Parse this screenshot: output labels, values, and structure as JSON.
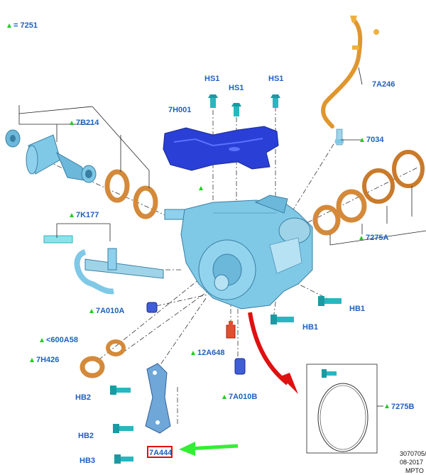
{
  "legend": {
    "marker": "triangle",
    "text": "= 7251"
  },
  "labels": {
    "7251": "= 7251",
    "7B214": "7B214",
    "7H001": "7H001",
    "HS1": "HS1",
    "7A246": "7A246",
    "7034": "7034",
    "7K177": "7K177",
    "7275A": "7275A",
    "7A010A": "7A010A",
    "HB1": "HB1",
    "600A58": "<600A58",
    "7H426": "7H426",
    "12A648": "12A648",
    "7A010B": "7A010B",
    "HB2": "HB2",
    "HB3": "HB3",
    "7A444": "7A444",
    "7275B": "7275B"
  },
  "footer": {
    "code": "3070705/",
    "date": "08-2017",
    "type": "MPTO"
  },
  "colors": {
    "label_blue": "#1f5fbf",
    "housing": "#7fc8e6",
    "seal_orange": "#d48a3a",
    "tube_orange": "#e0962e",
    "shield_blue": "#2a3fd6",
    "fastener_teal": "#27b7bf",
    "triangle_green": "#22cc22",
    "arrow_red": "#e01010",
    "arrow_green": "#33ee33",
    "highlight_red": "#e01010"
  }
}
